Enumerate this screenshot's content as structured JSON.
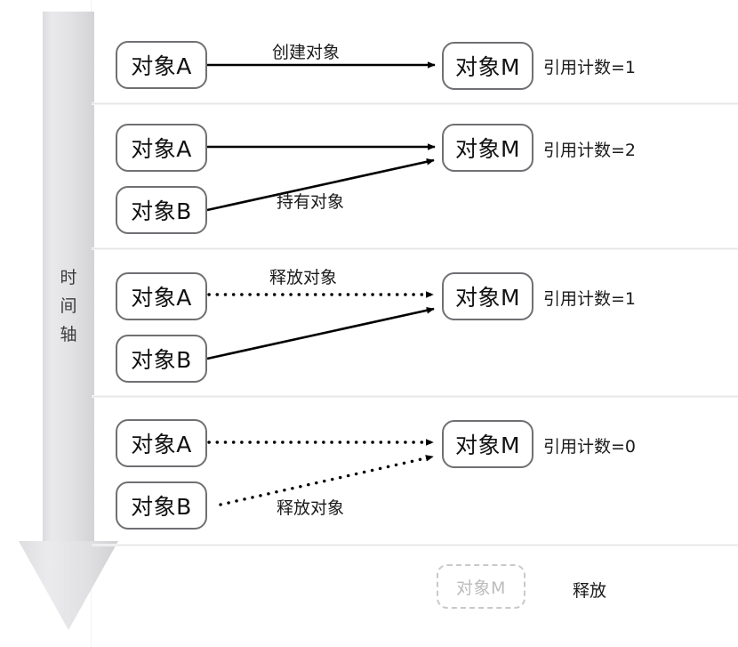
{
  "diagram": {
    "title_hidden": "",
    "timeline": {
      "label_chars": [
        "时",
        "间",
        "轴"
      ],
      "label_text": "时间轴",
      "icon": "down-arrow-icon",
      "color": "#e4e4e6"
    },
    "colors": {
      "box_border": "#6f7073",
      "ghost_border": "#c9c9cb",
      "ghost_text": "#bcbcbe",
      "line": "#000000",
      "separator": "#e2e2e4",
      "text": "#1a1a1a"
    },
    "rows": [
      {
        "id": "row-1",
        "left_boxes": [
          {
            "label": "对象A",
            "name": "object-a-box"
          }
        ],
        "right_box": {
          "label": "对象M",
          "name": "object-m-box"
        },
        "edges": [
          {
            "from": "对象A",
            "to": "对象M",
            "label": "创建对象",
            "style": "solid"
          }
        ],
        "caption": "引用计数=1"
      },
      {
        "id": "row-2",
        "left_boxes": [
          {
            "label": "对象A",
            "name": "object-a-box"
          },
          {
            "label": "对象B",
            "name": "object-b-box"
          }
        ],
        "right_box": {
          "label": "对象M",
          "name": "object-m-box"
        },
        "edges": [
          {
            "from": "对象A",
            "to": "对象M",
            "label": "",
            "style": "solid"
          },
          {
            "from": "对象B",
            "to": "对象M",
            "label": "持有对象",
            "style": "solid"
          }
        ],
        "caption": "引用计数=2"
      },
      {
        "id": "row-3",
        "left_boxes": [
          {
            "label": "对象A",
            "name": "object-a-box"
          },
          {
            "label": "对象B",
            "name": "object-b-box"
          }
        ],
        "right_box": {
          "label": "对象M",
          "name": "object-m-box"
        },
        "edges": [
          {
            "from": "对象A",
            "to": "对象M",
            "label": "释放对象",
            "style": "dotted"
          },
          {
            "from": "对象B",
            "to": "对象M",
            "label": "",
            "style": "solid"
          }
        ],
        "caption": "引用计数=1"
      },
      {
        "id": "row-4",
        "left_boxes": [
          {
            "label": "对象A",
            "name": "object-a-box"
          },
          {
            "label": "对象B",
            "name": "object-b-box"
          }
        ],
        "right_box": {
          "label": "对象M",
          "name": "object-m-box"
        },
        "edges": [
          {
            "from": "对象A",
            "to": "对象M",
            "label": "",
            "style": "dotted"
          },
          {
            "from": "对象B",
            "to": "对象M",
            "label": "释放对象",
            "style": "dotted"
          }
        ],
        "caption": "引用计数=0"
      },
      {
        "id": "row-5",
        "left_boxes": [],
        "right_box": {
          "label": "对象M",
          "name": "object-m-ghost-box",
          "state": "released"
        },
        "edges": [],
        "caption": "释放"
      }
    ]
  }
}
